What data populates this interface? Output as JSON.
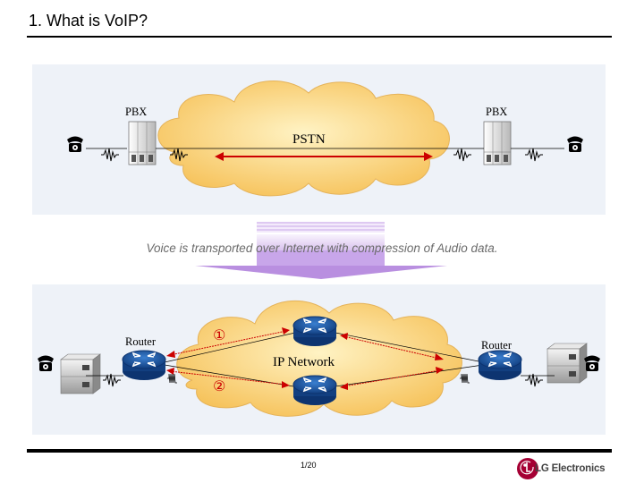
{
  "header": {
    "title": "1. What is VoIP?"
  },
  "pstn_section": {
    "pbx_left_label": "PBX",
    "pbx_right_label": "PBX",
    "network_label": "PSTN"
  },
  "transition": {
    "caption": "Voice is transported  over Internet with compression of Audio data."
  },
  "ip_section": {
    "router_left_label": "Router",
    "router_right_label": "Router",
    "network_label": "IP Network",
    "path_1_marker": "①",
    "path_2_marker": "②"
  },
  "footer": {
    "page_number": "1/20",
    "brand_name": "LG Electronics"
  },
  "colors": {
    "panel_bg": "#eef2f8",
    "cloud_fill": "#fbd98a",
    "router_blue": "#1e5aa8",
    "path_red": "#cc0000",
    "arrow_violet": "#b98fe0",
    "brand_red": "#a50034"
  },
  "icons": [
    "telephone-icon",
    "pbx-cabinet-icon",
    "router-icon",
    "voice-waveform-icon",
    "compressed-signal-icon",
    "lg-logo-icon"
  ]
}
